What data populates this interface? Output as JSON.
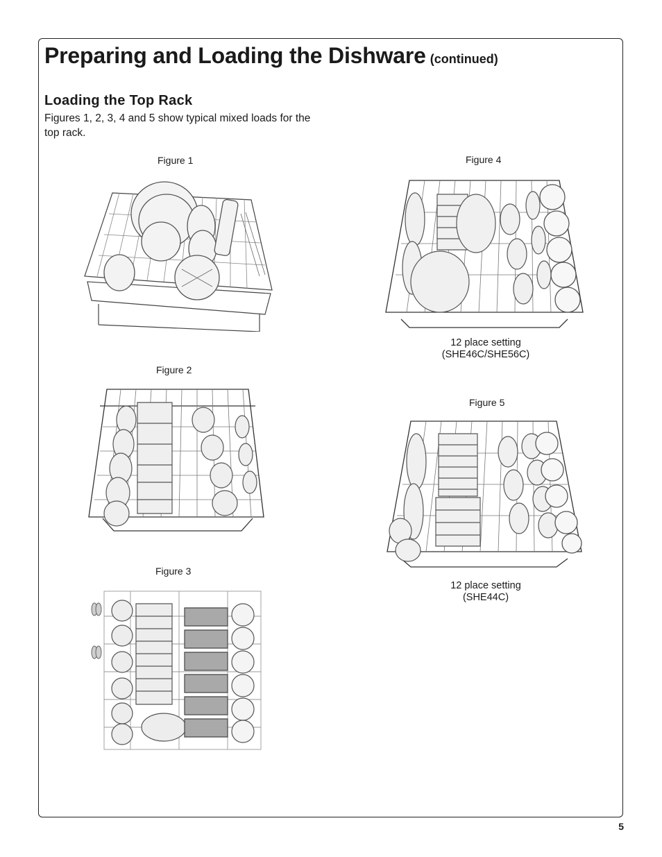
{
  "header": {
    "title": "Preparing and Loading the Dishware",
    "continued": "(continued)"
  },
  "section": {
    "heading": "Loading the Top Rack",
    "intro": "Figures 1, 2, 3, 4 and 5 show typical mixed loads for the top rack."
  },
  "figures": {
    "fig1": {
      "label": "Figure 1"
    },
    "fig2": {
      "label": "Figure 2"
    },
    "fig3": {
      "label": "Figure 3"
    },
    "fig4": {
      "label": "Figure 4",
      "caption_line1": "12 place setting",
      "caption_line2": "(SHE46C/SHE56C)"
    },
    "fig5": {
      "label": "Figure 5",
      "caption_line1": "12 place setting",
      "caption_line2": "(SHE44C)"
    }
  },
  "footer": {
    "page_number": "5"
  }
}
